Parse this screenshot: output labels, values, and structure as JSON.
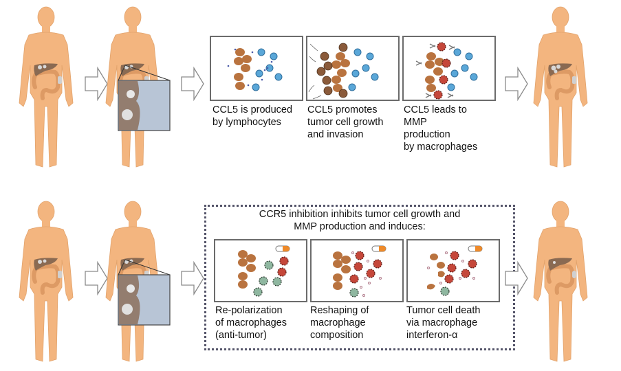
{
  "colors": {
    "skin": "#f3b57f",
    "skin_edge": "#e2a36c",
    "liver": "#8a6a52",
    "colon": "#d8955f",
    "tumor_spot": "#d8d8d8",
    "arrow_stroke": "#8a8a8a",
    "panel_border": "#6b6b6b",
    "tumor_cell": "#b9733f",
    "lymphocyte": "#5aa7d8",
    "m2_macrophage": "#c5473a",
    "m1_macrophage": "#8fb7a0",
    "chemokine_dot": "#4a5aa8",
    "pill_orange": "#ee8a2a",
    "dotted_border": "#55556a"
  },
  "top_row": {
    "panels": [
      {
        "caption": "CCL5 is produced\nby lymphocytes"
      },
      {
        "caption": "CCL5 promotes\ntumor cell growth\nand invasion"
      },
      {
        "caption": "CCL5 leads to\nMMP\nproduction\nby macrophages"
      }
    ]
  },
  "bottom_row": {
    "box_title": "CCR5 inhibition inhibits tumor cell growth and\nMMP production and induces:",
    "panels": [
      {
        "caption": "Re-polarization\nof macrophages\n(anti-tumor)"
      },
      {
        "caption": "Reshaping of\nmacrophage\ncomposition"
      },
      {
        "caption": "Tumor cell death\nvia macrophage\ninterferon-α"
      }
    ]
  }
}
